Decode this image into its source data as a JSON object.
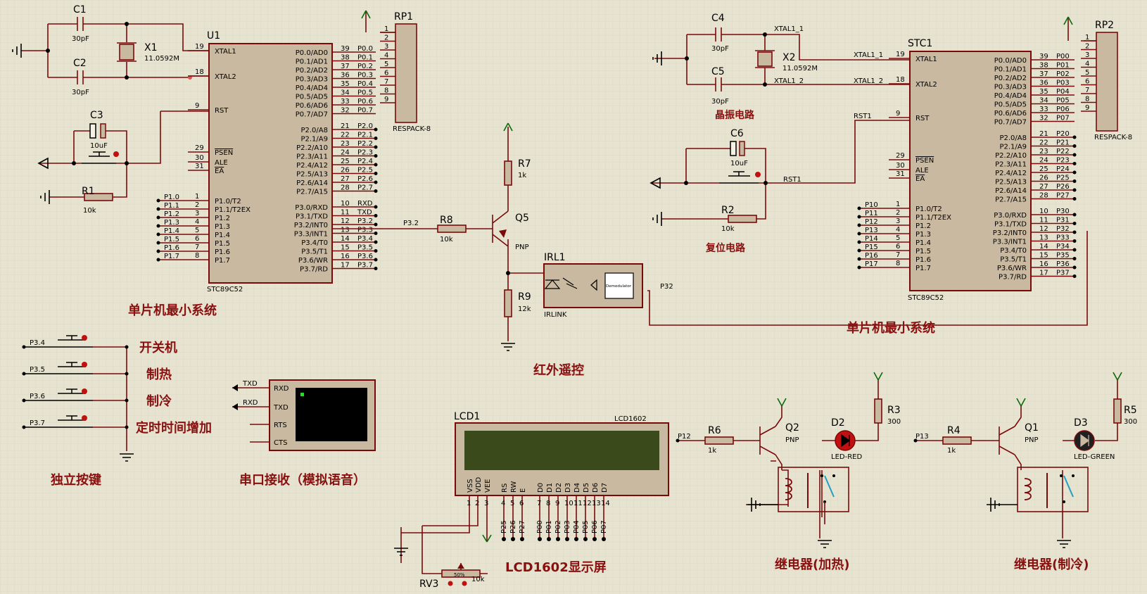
{
  "u1": {
    "ref": "U1",
    "part": "STC89C52",
    "left_pins": [
      {
        "num": "19",
        "name": "XTAL1"
      },
      {
        "num": "18",
        "name": "XTAL2"
      },
      {
        "num": "9",
        "name": "RST"
      },
      {
        "num": "29",
        "name": "PSEN"
      },
      {
        "num": "30",
        "name": "ALE"
      },
      {
        "num": "31",
        "name": "EA"
      },
      {
        "num": "1",
        "name": "P1.0/T2"
      },
      {
        "num": "2",
        "name": "P1.1/T2EX"
      },
      {
        "num": "3",
        "name": "P1.2"
      },
      {
        "num": "4",
        "name": "P1.3"
      },
      {
        "num": "5",
        "name": "P1.4"
      },
      {
        "num": "6",
        "name": "P1.5"
      },
      {
        "num": "7",
        "name": "P1.6"
      },
      {
        "num": "8",
        "name": "P1.7"
      }
    ],
    "p1_nets": [
      "P1.0",
      "P1.1",
      "P1.2",
      "P1.3",
      "P1.4",
      "P1.5",
      "P1.6",
      "P1.7"
    ],
    "right_p0": [
      {
        "num": "39",
        "name": "P0.0/AD0",
        "net": "P0.0"
      },
      {
        "num": "38",
        "name": "P0.1/AD1",
        "net": "P0.1"
      },
      {
        "num": "37",
        "name": "P0.2/AD2",
        "net": "P0.2"
      },
      {
        "num": "36",
        "name": "P0.3/AD3",
        "net": "P0.3"
      },
      {
        "num": "35",
        "name": "P0.4/AD4",
        "net": "P0.4"
      },
      {
        "num": "34",
        "name": "P0.5/AD5",
        "net": "P0.5"
      },
      {
        "num": "33",
        "name": "P0.6/AD6",
        "net": "P0.6"
      },
      {
        "num": "32",
        "name": "P0.7/AD7",
        "net": "P0.7"
      }
    ],
    "right_p2": [
      {
        "num": "21",
        "name": "P2.0/A8",
        "net": "P2.0"
      },
      {
        "num": "22",
        "name": "P2.1/A9",
        "net": "P2.1"
      },
      {
        "num": "23",
        "name": "P2.2/A10",
        "net": "P2.2"
      },
      {
        "num": "24",
        "name": "P2.3/A11",
        "net": "P2.3"
      },
      {
        "num": "25",
        "name": "P2.4/A12",
        "net": "P2.4"
      },
      {
        "num": "26",
        "name": "P2.5/A13",
        "net": "P2.5"
      },
      {
        "num": "27",
        "name": "P2.6/A14",
        "net": "P2.6"
      },
      {
        "num": "28",
        "name": "P2.7/A15",
        "net": "P2.7"
      }
    ],
    "right_p3": [
      {
        "num": "10",
        "name": "P3.0/RXD",
        "net": "RXD"
      },
      {
        "num": "11",
        "name": "P3.1/TXD",
        "net": "TXD"
      },
      {
        "num": "12",
        "name": "P3.2/INT0",
        "net": "P3.2"
      },
      {
        "num": "13",
        "name": "P3.3/INT1",
        "net": "P3.3"
      },
      {
        "num": "14",
        "name": "P3.4/T0",
        "net": "P3.4"
      },
      {
        "num": "15",
        "name": "P3.5/T1",
        "net": "P3.5"
      },
      {
        "num": "16",
        "name": "P3.6/WR",
        "net": "P3.6"
      },
      {
        "num": "17",
        "name": "P3.7/RD",
        "net": "P3.7"
      }
    ]
  },
  "stc1": {
    "ref": "STC1",
    "part": "STC89C52",
    "left_pins": [
      {
        "num": "19",
        "name": "XTAL1"
      },
      {
        "num": "18",
        "name": "XTAL2"
      },
      {
        "num": "9",
        "name": "RST"
      },
      {
        "num": "29",
        "name": "PSEN"
      },
      {
        "num": "30",
        "name": "ALE"
      },
      {
        "num": "31",
        "name": "EA"
      },
      {
        "num": "1",
        "name": "P1.0/T2"
      },
      {
        "num": "2",
        "name": "P1.1/T2EX"
      },
      {
        "num": "3",
        "name": "P1.2"
      },
      {
        "num": "4",
        "name": "P1.3"
      },
      {
        "num": "5",
        "name": "P1.4"
      },
      {
        "num": "6",
        "name": "P1.5"
      },
      {
        "num": "7",
        "name": "P1.6"
      },
      {
        "num": "8",
        "name": "P1.7"
      }
    ],
    "p1_nets": [
      "P10",
      "P11",
      "P12",
      "P13",
      "P14",
      "P15",
      "P16",
      "P17"
    ],
    "right_p0": [
      {
        "num": "39",
        "name": "P0.0/AD0",
        "net": "P00"
      },
      {
        "num": "38",
        "name": "P0.1/AD1",
        "net": "P01"
      },
      {
        "num": "37",
        "name": "P0.2/AD2",
        "net": "P02"
      },
      {
        "num": "36",
        "name": "P0.3/AD3",
        "net": "P03"
      },
      {
        "num": "35",
        "name": "P0.4/AD4",
        "net": "P04"
      },
      {
        "num": "34",
        "name": "P0.5/AD5",
        "net": "P05"
      },
      {
        "num": "33",
        "name": "P0.6/AD6",
        "net": "P06"
      },
      {
        "num": "32",
        "name": "P0.7/AD7",
        "net": "P07"
      }
    ],
    "right_p2": [
      {
        "num": "21",
        "name": "P2.0/A8",
        "net": "P20"
      },
      {
        "num": "22",
        "name": "P2.1/A9",
        "net": "P21"
      },
      {
        "num": "23",
        "name": "P2.2/A10",
        "net": "P22"
      },
      {
        "num": "24",
        "name": "P2.3/A11",
        "net": "P23"
      },
      {
        "num": "25",
        "name": "P2.4/A12",
        "net": "P24"
      },
      {
        "num": "26",
        "name": "P2.5/A13",
        "net": "P25"
      },
      {
        "num": "27",
        "name": "P2.6/A14",
        "net": "P26"
      },
      {
        "num": "28",
        "name": "P2.7/A15",
        "net": "P27"
      }
    ],
    "right_p3": [
      {
        "num": "10",
        "name": "P3.0/RXD",
        "net": "P30"
      },
      {
        "num": "11",
        "name": "P3.1/TXD",
        "net": "P31"
      },
      {
        "num": "12",
        "name": "P3.2/INT0",
        "net": "P32"
      },
      {
        "num": "13",
        "name": "P3.3/INT1",
        "net": "P33"
      },
      {
        "num": "14",
        "name": "P3.4/T0",
        "net": "P34"
      },
      {
        "num": "15",
        "name": "P3.5/T1",
        "net": "P35"
      },
      {
        "num": "16",
        "name": "P3.6/WR",
        "net": "P36"
      },
      {
        "num": "17",
        "name": "P3.7/RD",
        "net": "P37"
      }
    ]
  },
  "rp1": {
    "ref": "RP1",
    "part": "RESPACK-8",
    "pins": [
      "1",
      "2",
      "3",
      "4",
      "5",
      "6",
      "7",
      "8",
      "9"
    ]
  },
  "rp2": {
    "ref": "RP2",
    "part": "RESPACK-8",
    "pins": [
      "1",
      "2",
      "3",
      "4",
      "5",
      "6",
      "7",
      "8",
      "9"
    ]
  },
  "left_osc": {
    "c1": "C1",
    "c1_val": "30pF",
    "c2": "C2",
    "c2_val": "30pF",
    "x1": "X1",
    "x1_val": "11.0592M"
  },
  "left_reset": {
    "c3": "C3",
    "c3_val": "10uF",
    "r1": "R1",
    "r1_val": "10k"
  },
  "right_osc": {
    "c4": "C4",
    "c4_val": "30pF",
    "c5": "C5",
    "c5_val": "30pF",
    "x2": "X2",
    "x2_val": "11.0592M",
    "net1": "XTAL1_1",
    "net2": "XTAL1_2",
    "caption": "晶振电路"
  },
  "right_reset": {
    "c6": "C6",
    "c6_val": "10uF",
    "r2": "R2",
    "r2_val": "10k",
    "net": "RST1",
    "caption": "复位电路"
  },
  "ir": {
    "r7": "R7",
    "r7_val": "1k",
    "q5": "Q5",
    "q5_type": "PNP",
    "r8": "R8",
    "r8_val": "10k",
    "r9": "R9",
    "r9_val": "12k",
    "irl": "IRL1",
    "irl_part": "IRLINK",
    "demod": "Demodulator",
    "net_in": "P3.2",
    "net_out": "P32",
    "caption": "红外遥控"
  },
  "buttons": {
    "nets": [
      "P3.4",
      "P3.5",
      "P3.6",
      "P3.7"
    ],
    "labels": [
      "开关机",
      "制热",
      "制冷",
      "定时时间增加"
    ],
    "caption": "独立按键"
  },
  "serial": {
    "txd": "TXD",
    "rxd": "RXD",
    "pins": [
      "RXD",
      "TXD",
      "RTS",
      "CTS"
    ],
    "caption": "串口接收（模拟语音）"
  },
  "lcd": {
    "ref": "LCD1",
    "part": "LCD1602",
    "pin_names": [
      "VSS",
      "VDD",
      "VEE",
      "RS",
      "RW",
      "E",
      "D0",
      "D1",
      "D2",
      "D3",
      "D4",
      "D5",
      "D6",
      "D7"
    ],
    "pin_nums": [
      "1",
      "2",
      "3",
      "4",
      "5",
      "6",
      "7",
      "8",
      "9",
      "10",
      "11",
      "12",
      "13",
      "14"
    ],
    "nets": [
      "P25",
      "P26",
      "P27",
      "P00",
      "P01",
      "P02",
      "P03",
      "P04",
      "P05",
      "P06",
      "P07"
    ],
    "rv": "RV3",
    "rv_val": "10k",
    "rv_pct": "50%",
    "caption": "LCD1602显示屏"
  },
  "relay_heat": {
    "r6": "R6",
    "r6_val": "1k",
    "q": "Q2",
    "q_type": "PNP",
    "d": "D2",
    "d_part": "LED-RED",
    "r3": "R3",
    "r3_val": "300",
    "net": "P12",
    "caption": "继电器(加热)"
  },
  "relay_cool": {
    "r4": "R4",
    "r4_val": "1k",
    "q": "Q1",
    "q_type": "PNP",
    "d": "D3",
    "d_part": "LED-GREEN",
    "r5": "R5",
    "r5_val": "300",
    "net": "P13",
    "caption": "继电器(制冷)"
  },
  "captions": {
    "mcu_left": "单片机最小系统",
    "mcu_right": "单片机最小系统"
  },
  "colors": {
    "wire": "#7a0a0a",
    "body": "#c9b9a0",
    "caption": "#8a1010",
    "background": "#e6e3d0",
    "lcd_screen": "#3a4a1a",
    "led_red": "#c01010",
    "led_green": "#10a010"
  }
}
